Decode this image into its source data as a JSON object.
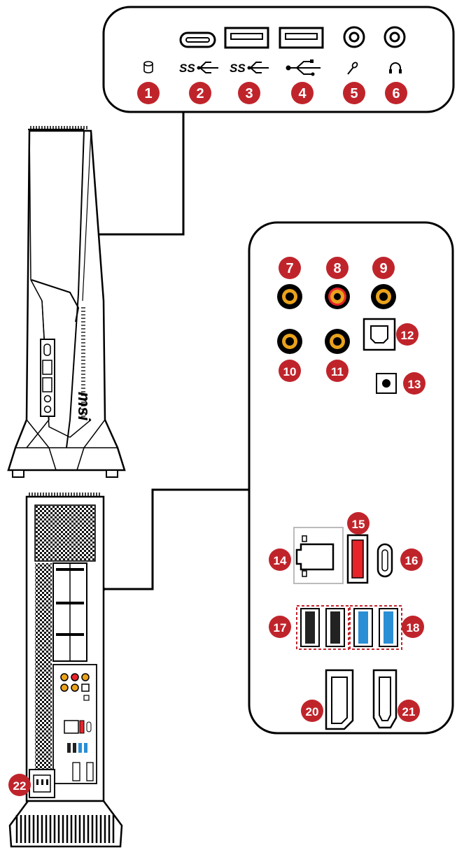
{
  "colors": {
    "badge": "#c0242b",
    "usb3_blue": "#2b8fd6",
    "usb_red": "#e8232a",
    "audio_orange": "#e9a21b",
    "audio_red": "#e8232a",
    "outline": "#000000"
  },
  "front_panel": {
    "labels": {
      "usb_ss_2": "SS",
      "usb_ss_3": "SS"
    },
    "icons": [
      "hdd-led-icon",
      "usb-c-superspeed-icon",
      "usb-superspeed-icon",
      "usb-icon",
      "microphone-icon",
      "headphone-icon"
    ],
    "callouts": [
      {
        "n": "1"
      },
      {
        "n": "2"
      },
      {
        "n": "3"
      },
      {
        "n": "4"
      },
      {
        "n": "5"
      },
      {
        "n": "6"
      }
    ]
  },
  "rear_panel": {
    "callouts": [
      {
        "n": "7"
      },
      {
        "n": "8"
      },
      {
        "n": "9"
      },
      {
        "n": "10"
      },
      {
        "n": "11"
      },
      {
        "n": "12"
      },
      {
        "n": "13"
      },
      {
        "n": "14"
      },
      {
        "n": "15"
      },
      {
        "n": "16"
      },
      {
        "n": "17"
      },
      {
        "n": "18"
      },
      {
        "n": "20"
      },
      {
        "n": "21"
      }
    ]
  },
  "power": {
    "callout": "22"
  },
  "brand": {
    "logo": "msi"
  }
}
